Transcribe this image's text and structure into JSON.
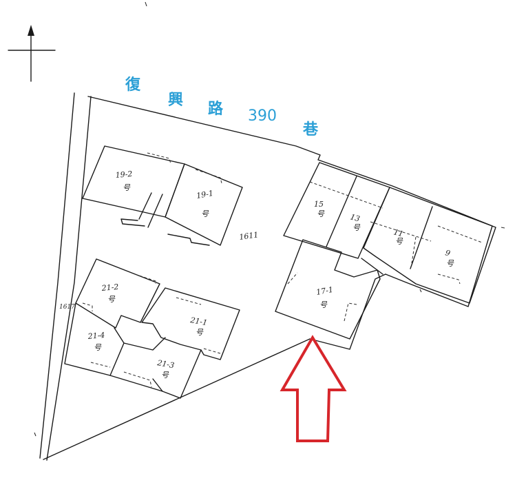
{
  "road": {
    "chars": [
      "復",
      "興",
      "路",
      "390",
      "巷"
    ],
    "color": "#2b9fd6"
  },
  "units": [
    {
      "num": "19-2",
      "suffix": "号"
    },
    {
      "num": "19-1",
      "suffix": "号"
    },
    {
      "num": "15",
      "suffix": "号"
    },
    {
      "num": "13",
      "suffix": "号"
    },
    {
      "num": "11",
      "suffix": "号"
    },
    {
      "num": "9",
      "suffix": "号"
    },
    {
      "num": "17-1",
      "suffix": "号"
    },
    {
      "num": "21-2",
      "suffix": "号"
    },
    {
      "num": "21-1",
      "suffix": "号"
    },
    {
      "num": "21-4",
      "suffix": "号"
    },
    {
      "num": "21-3",
      "suffix": "号"
    }
  ],
  "parcels": {
    "main": "1611",
    "side": "1617"
  },
  "arrow": {
    "color": "#d7262b",
    "icon": "up-arrow-icon"
  },
  "compass": {
    "icon": "north-arrow-icon"
  }
}
